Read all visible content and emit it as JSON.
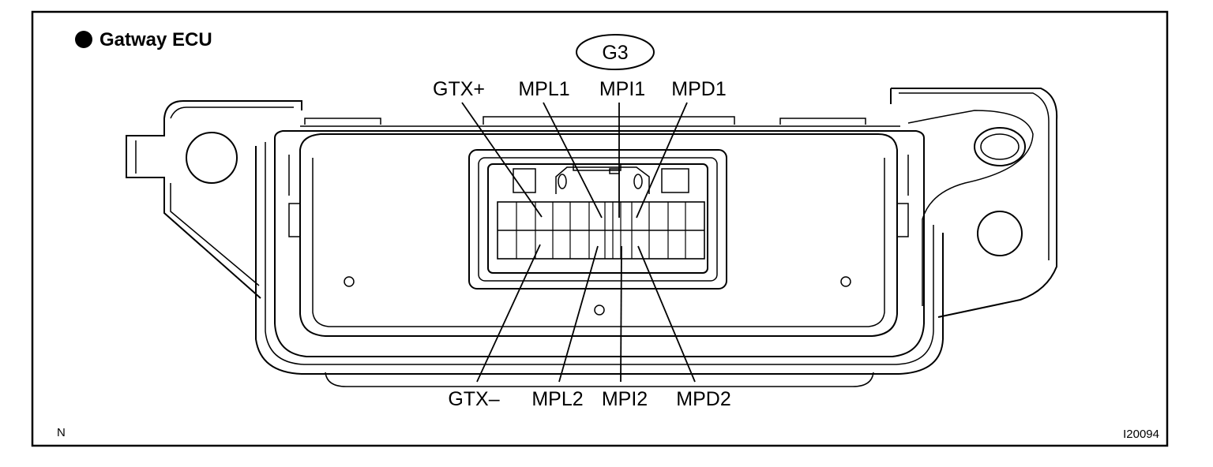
{
  "title": "Gatway ECU",
  "connector_id": "G3",
  "corner_left": "N",
  "figure_code": "I20094",
  "pins_top": {
    "gtx_plus": "GTX+",
    "mpl1": "MPL1",
    "mpi1": "MPI1",
    "mpd1": "MPD1"
  },
  "pins_bottom": {
    "gtx_minus": "GTX–",
    "mpl2": "MPL2",
    "mpi2": "MPI2",
    "mpd2": "MPD2"
  },
  "colors": {
    "ink": "#000000",
    "paper": "#ffffff"
  }
}
